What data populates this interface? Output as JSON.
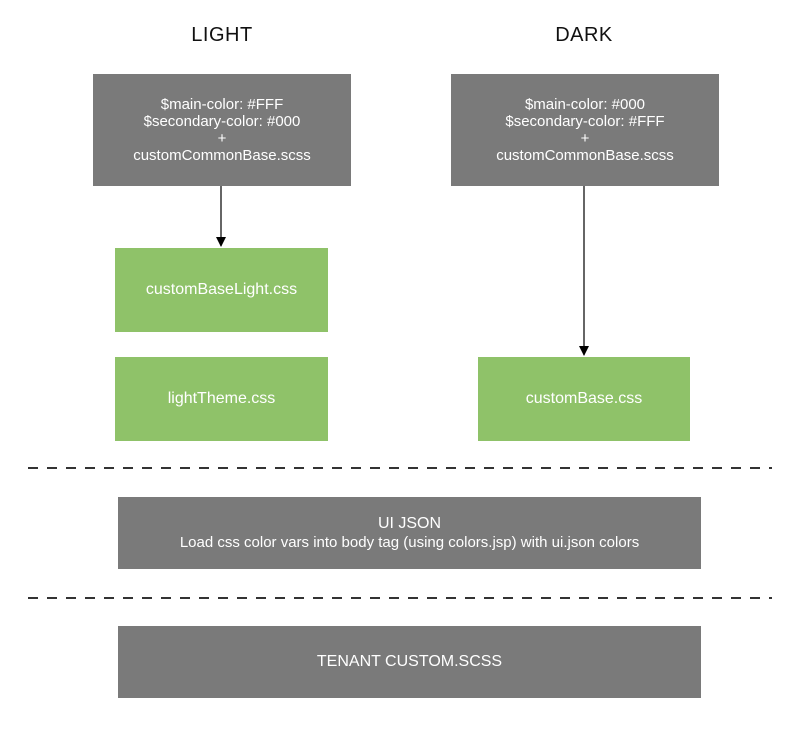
{
  "columns": {
    "light": {
      "heading": "LIGHT",
      "source_lines": [
        "$main-color: #FFF",
        "$secondary-color: #000",
        "+",
        "customCommonBase.scss"
      ],
      "outputs": [
        "customBaseLight.css",
        "lightTheme.css"
      ]
    },
    "dark": {
      "heading": "DARK",
      "source_lines": [
        "$main-color: #000",
        "$secondary-color: #FFF",
        "+",
        "customCommonBase.scss"
      ],
      "outputs": [
        "customBase.css"
      ]
    }
  },
  "ui_json": {
    "title": "UI JSON",
    "description": "Load css color vars into body tag (using colors.jsp) with ui.json colors"
  },
  "tenant": {
    "label": "TENANT CUSTOM.SCSS"
  },
  "colors": {
    "gray_box": "#7a7a7a",
    "green_box": "#8fc269",
    "text_on_box": "#ffffff",
    "separator": "#333333"
  }
}
